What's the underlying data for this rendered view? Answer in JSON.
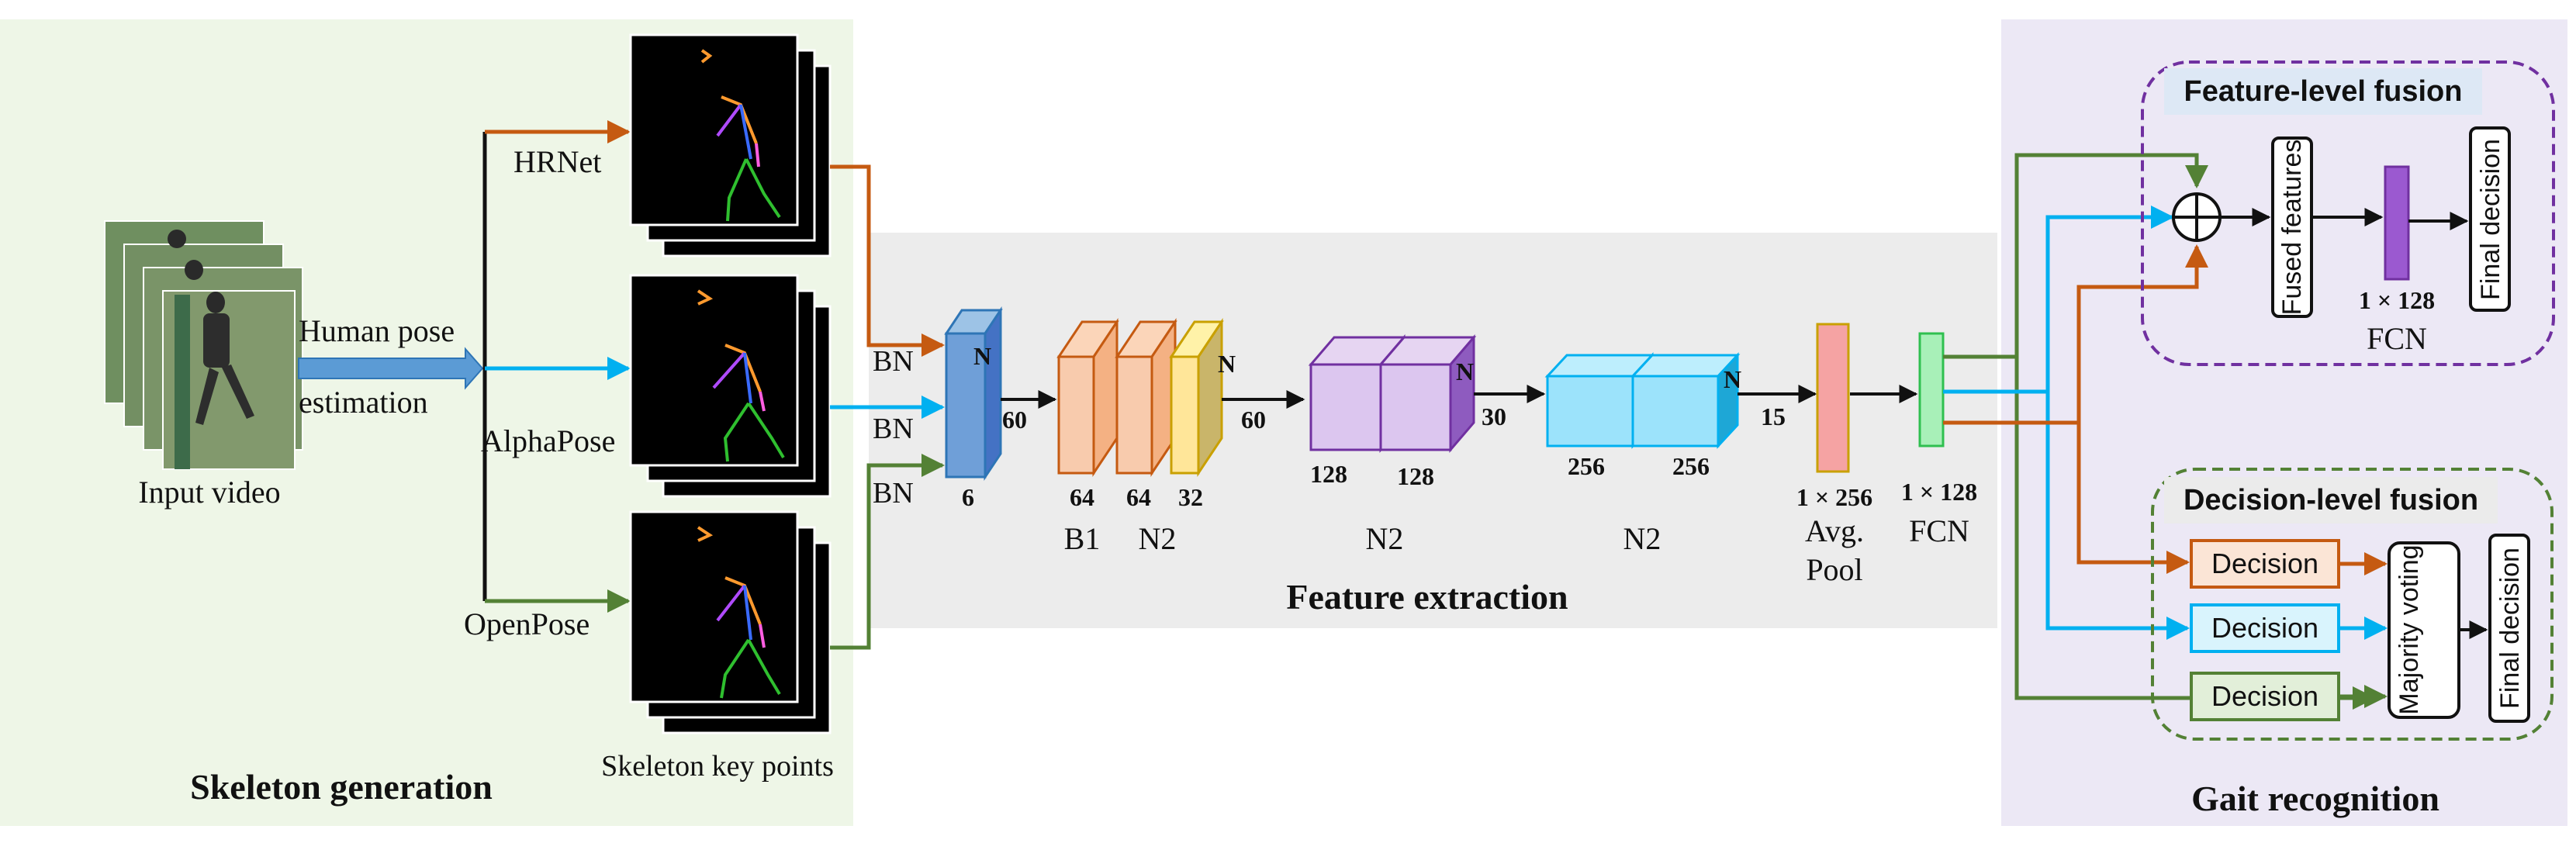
{
  "skeleton_generation": {
    "title": "Skeleton generation",
    "input_label": "Input video",
    "pose_line1": "Human pose",
    "pose_line2": "estimation",
    "methods": [
      "HRNet",
      "AlphaPose",
      "OpenPose"
    ],
    "keypoints_label": "Skeleton key points"
  },
  "feature_extraction": {
    "title": "Feature extraction",
    "bn_labels": [
      "BN",
      "BN",
      "BN"
    ],
    "bn_block": {
      "top": "N",
      "bottom": "6",
      "out": "60"
    },
    "block1": {
      "sizes": [
        "64",
        "64",
        "32"
      ],
      "top": "N",
      "names": [
        "B1",
        "N2"
      ],
      "out": "60"
    },
    "block2": {
      "sizes": [
        "128",
        "128"
      ],
      "top": "N",
      "name": "N2",
      "out": "30"
    },
    "block3": {
      "sizes": [
        "256",
        "256"
      ],
      "top": "N",
      "name": "N2",
      "out": "15"
    },
    "pool": {
      "size": "1 × 256",
      "line1": "Avg.",
      "line2": "Pool"
    },
    "fcn": {
      "size": "1 × 128",
      "name": "FCN"
    }
  },
  "gait_recognition": {
    "title": "Gait recognition",
    "feature_fusion": {
      "title": "Feature-level fusion",
      "fused": "Fused features",
      "size": "1 × 128",
      "fcn": "FCN",
      "final": "Final decision"
    },
    "decision_fusion": {
      "title": "Decision-level fusion",
      "decisions": [
        "Decision",
        "Decision",
        "Decision"
      ],
      "majority": "Majority voting",
      "final": "Final decision"
    }
  },
  "colors": {
    "hrnet": "#c55a11",
    "alphapose": "#00b0f0",
    "openpose": "#538135",
    "left_bg": "#eef6e7",
    "mid_bg": "#ececec",
    "right_bg": "#ece8f5",
    "pool_fill": "#f5a3a3",
    "fcn_fill": "#a8f0b8",
    "purple_fill": "#9b59d0",
    "feature_title_bg": "#dde8f5",
    "decision_title_bg": "#ebebeb"
  }
}
